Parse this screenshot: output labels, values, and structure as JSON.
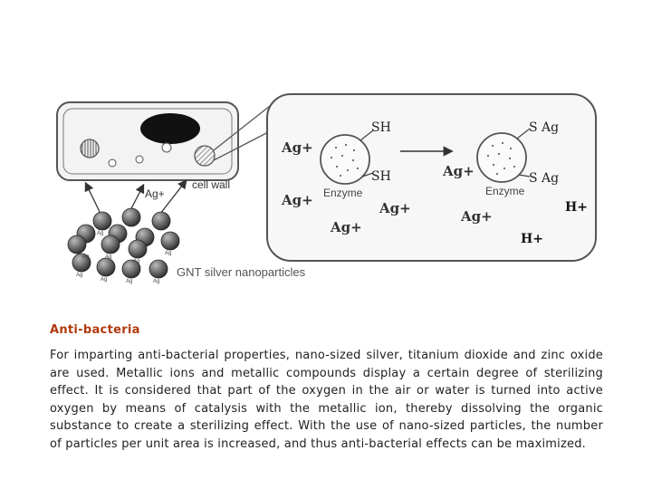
{
  "diagram": {
    "labels": {
      "sh_top": "SH",
      "sh_bottom": "SH",
      "enzyme_left": "Enzyme",
      "s_ag_top": "S Ag",
      "s_ag_bottom": "S Ag",
      "enzyme_right": "Enzyme",
      "ag_ion": "Ag+",
      "h_ion": "H+",
      "cell_wall": "cell wall",
      "particle_ag": "Ag",
      "nanoparticles": "GNT silver nanoparticles"
    },
    "colors": {
      "outline": "#555555",
      "cell_fill": "#f2f2f2",
      "nucleus": "#111111",
      "particle_dark": "#333333",
      "particle_light": "#bbbbbb"
    }
  },
  "caption": {
    "title": "Anti-bacteria",
    "body": "For imparting anti-bacterial properties, nano-sized silver, titanium dioxide and zinc oxide are used. Metallic ions and metallic compounds display a certain degree of sterilizing effect. It is considered that part of the oxygen in the air or water is turned into active oxygen by means of catalysis with the metallic ion, thereby dissolving the organic substance to create a sterilizing effect. With the use of nano-sized particles, the number of particles per unit area is increased, and thus anti-bacterial effects can be maximized."
  }
}
